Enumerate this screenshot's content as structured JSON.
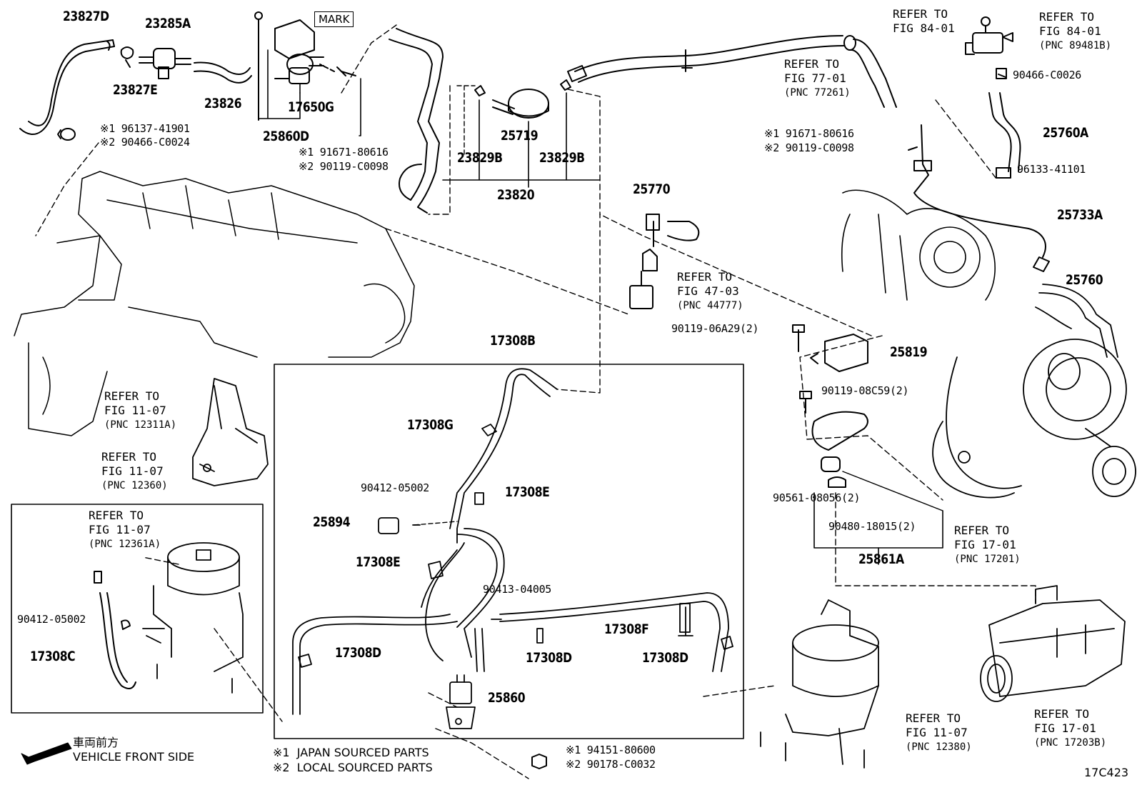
{
  "diagram_id": "17C423",
  "mark_label": "MARK",
  "vehicle_direction": {
    "jp": "車両前方",
    "en": "VEHICLE FRONT SIDE"
  },
  "legend": [
    {
      "sym": "※1",
      "text": "JAPAN SOURCED PARTS"
    },
    {
      "sym": "※2",
      "text": "LOCAL SOURCED PARTS"
    }
  ],
  "parts": {
    "p23827D": "23827D",
    "p23285A": "23285A",
    "p23827E": "23827E",
    "p23826": "23826",
    "p17650G": "17650G",
    "p25860D": "25860D",
    "p25719": "25719",
    "p23829B_l": "23829B",
    "p23829B_r": "23829B",
    "p23820": "23820",
    "p25760A": "25760A",
    "p25733A": "25733A",
    "p25770": "25770",
    "p25760": "25760",
    "p25819": "25819",
    "p25861A": "25861A",
    "p17308B": "17308B",
    "p17308G": "17308G",
    "p17308E_1": "17308E",
    "p17308E_2": "17308E",
    "p25894": "25894",
    "p17308D_1": "17308D",
    "p17308D_2": "17308D",
    "p17308D_3": "17308D",
    "p17308F": "17308F",
    "p25860": "25860",
    "p17308C": "17308C"
  },
  "small_parts": {
    "s96137": "※1 96137-41901",
    "s90466a": "※2 90466-C0024",
    "s91671a": "※1 91671-80616",
    "s90119a": "※2 90119-C0098",
    "s91671b": "※1 91671-80616",
    "s90119b": "※2 90119-C0098",
    "s90466b": "90466-C0026",
    "s96133": "96133-41101",
    "s9011906": "90119-06A29(2)",
    "s9011908": "90119-08C59(2)",
    "s90561": "90561-08056(2)",
    "s90480": "90480-18015(2)",
    "s90412a": "90412-05002",
    "s90412b": "90412-05002",
    "s90413": "90413-04005",
    "s94151": "※1 94151-80600",
    "s90178": "※2 90178-C0032"
  },
  "refers": {
    "r84a": [
      "REFER TO",
      "FIG 84-01"
    ],
    "r84b": [
      "REFER TO",
      "FIG 84-01",
      "(PNC 89481B)"
    ],
    "r77": [
      "REFER TO",
      "FIG 77-01",
      "(PNC 77261)"
    ],
    "r47": [
      "REFER TO",
      "FIG 47-03",
      "(PNC 44777)"
    ],
    "r1107a": [
      "REFER TO",
      "FIG 11-07",
      "(PNC 12311A)"
    ],
    "r1107b": [
      "REFER TO",
      "FIG 11-07",
      "(PNC 12360)"
    ],
    "r1107c": [
      "REFER TO",
      "FIG 11-07",
      "(PNC 12361A)"
    ],
    "r1701a": [
      "REFER TO",
      "FIG 17-01",
      "(PNC 17201)"
    ],
    "r1107d": [
      "REFER TO",
      "FIG 11-07",
      "(PNC 12380)"
    ],
    "r1701b": [
      "REFER TO",
      "FIG 17-01",
      "(PNC 17203B)"
    ]
  }
}
